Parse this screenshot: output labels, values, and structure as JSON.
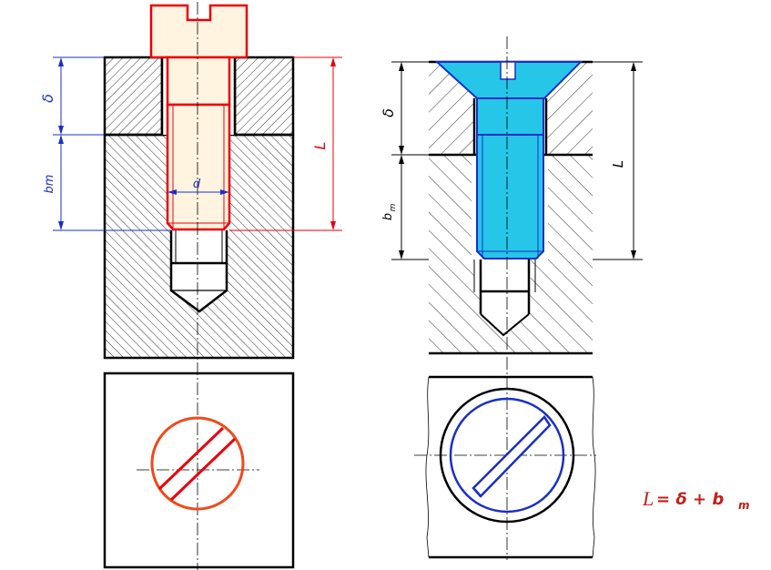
{
  "left_view": {
    "labels": {
      "delta": "δ",
      "bm": "bm",
      "d": "d",
      "L": "L"
    }
  },
  "right_view": {
    "labels": {
      "delta": "δ",
      "b": "b",
      "b_sub": "m",
      "L": "L"
    }
  },
  "formula": {
    "L": "L",
    "eq": "= δ + b",
    "sub": "m"
  },
  "colors": {
    "outline": "#000000",
    "red_screw": "#e8000b",
    "orange_circle": "#f04a1a",
    "blue_dim": "#1a2fc8",
    "cyan_screw": "#26c6e8",
    "formula_red": "#c0201a",
    "center_line": "#000000",
    "fill_light": "#fff4e0"
  },
  "icons": {
    "left_screw": "cylinder-head-slotted-screw",
    "right_screw": "countersunk-slotted-screw"
  }
}
